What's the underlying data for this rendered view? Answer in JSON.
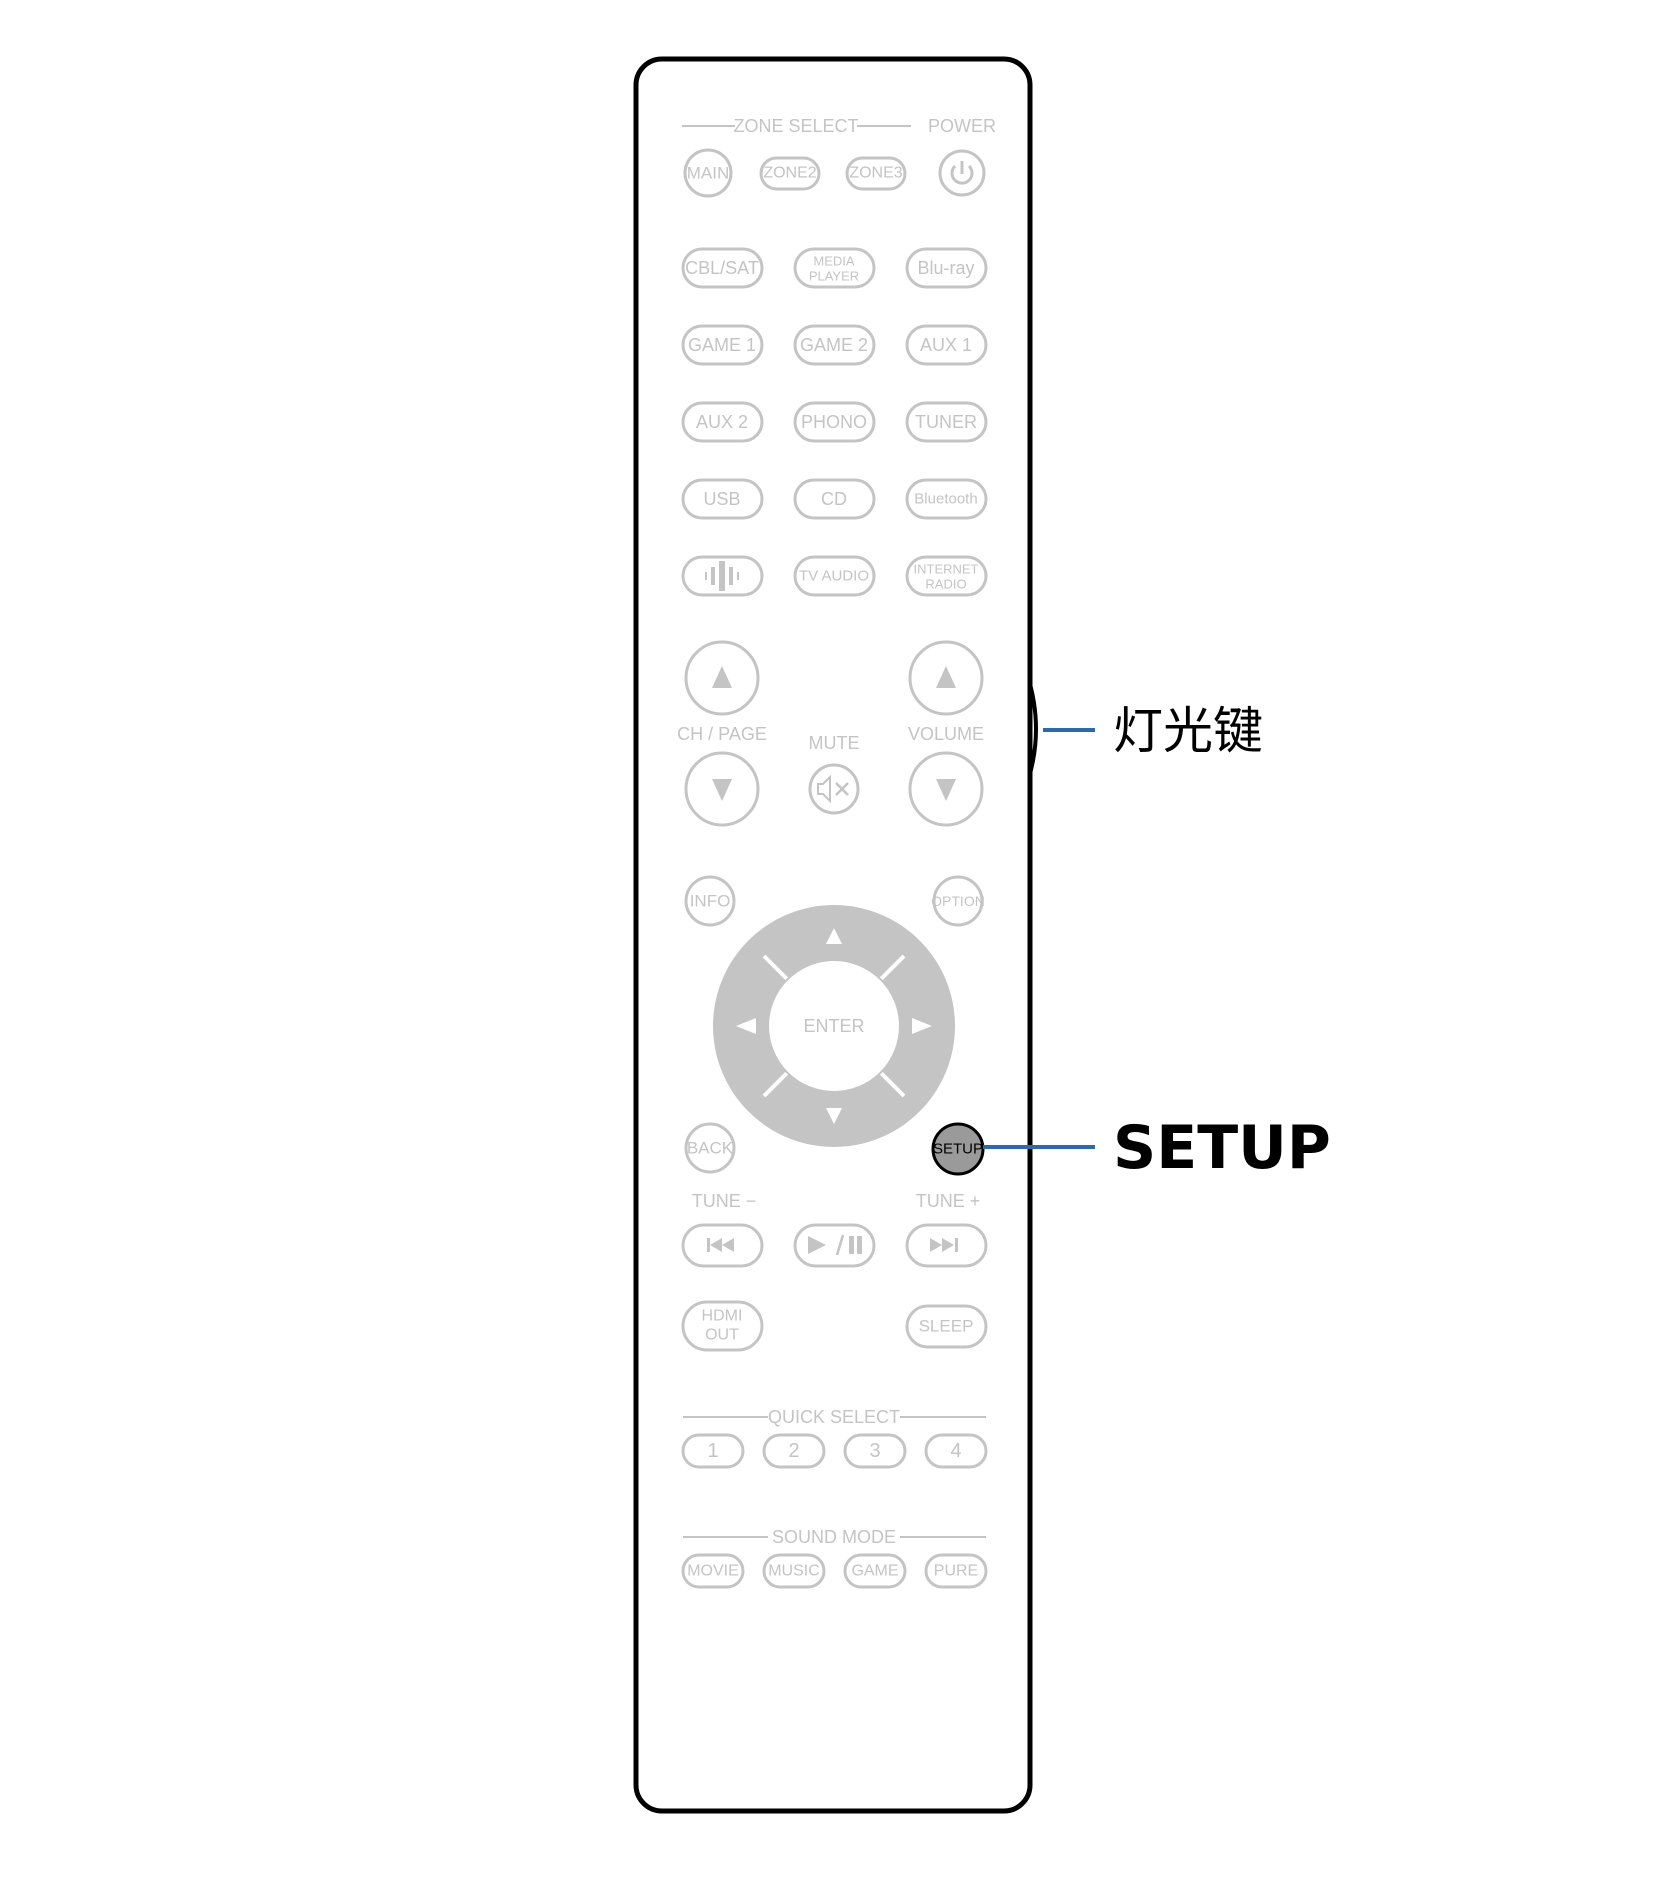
{
  "zone_select": {
    "heading": "ZONE SELECT",
    "power_heading": "POWER",
    "main": "MAIN",
    "zone2": "ZONE2",
    "zone3": "ZONE3"
  },
  "sources": {
    "cbl_sat": "CBL/SAT",
    "media_player_1": "MEDIA",
    "media_player_2": "PLAYER",
    "bluray": "Blu-ray",
    "game1": "GAME 1",
    "game2": "GAME 2",
    "aux1": "AUX 1",
    "aux2": "AUX 2",
    "phono": "PHONO",
    "tuner": "TUNER",
    "usb": "USB",
    "cd": "CD",
    "bluetooth": "Bluetooth",
    "tv_audio": "TV AUDIO",
    "internet_radio_1": "INTERNET",
    "internet_radio_2": "RADIO"
  },
  "controls": {
    "ch_page": "CH / PAGE",
    "mute": "MUTE",
    "volume": "VOLUME",
    "info": "INFO",
    "option": "OPTION",
    "enter": "ENTER",
    "back": "BACK",
    "setup": "SETUP",
    "tune_minus": "TUNE −",
    "tune_plus": "TUNE +",
    "hdmi_out_1": "HDMI",
    "hdmi_out_2": "OUT",
    "sleep": "SLEEP"
  },
  "quick_select": {
    "heading": "QUICK SELECT",
    "b1": "1",
    "b2": "2",
    "b3": "3",
    "b4": "4"
  },
  "sound_mode": {
    "heading": "SOUND MODE",
    "movie": "MOVIE",
    "music": "MUSIC",
    "game": "GAME",
    "pure": "PURE"
  },
  "callouts": {
    "light_key": "灯光键",
    "setup": "SETUP"
  },
  "colors": {
    "button_outline": "#c4c4c4",
    "highlight_fill": "#9a9a9a",
    "callout_line": "#2f6aa8",
    "body_outline": "#000000"
  }
}
